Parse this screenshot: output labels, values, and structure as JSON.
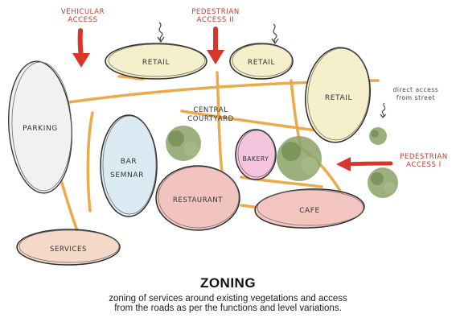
{
  "labels": {
    "vehicular_access": [
      "VEHICULAR",
      "ACCESS"
    ],
    "pedestrian_access_2": [
      "PEDESTRIAN",
      "ACCESS II"
    ],
    "pedestrian_access_1": [
      "PEDESTRIAN",
      "ACCESS I"
    ],
    "retail_left": "RETAIL",
    "retail_mid": "RETAIL",
    "retail_right": "RETAIL",
    "direct_access": [
      "direct access",
      "from street"
    ],
    "central_courtyard": [
      "CENTRAL",
      "COURTYARD"
    ],
    "parking": "PARKING",
    "bar_seminar": [
      "BAR",
      "SEMNAR"
    ],
    "bakery": "BAKERY",
    "restaurant": "RESTAURANT",
    "cafe": "CAFE",
    "services": "SERVICES"
  },
  "footer": {
    "title": "ZONING",
    "caption_line1": "zoning of services around existing vegetations and access",
    "caption_line2": "from the roads as per the functions and level variations."
  },
  "colors": {
    "retail": "#f6efcb",
    "parking": "#f1f1f1",
    "bar_seminar": "#dcebf3",
    "bakery": "#f3c4dc",
    "restaurant": "#f2c4bf",
    "cafe": "#f2c6bf",
    "services": "#f4d9c8",
    "path": "#e9a23a",
    "arrow": "#d9362b",
    "vegetation": "#8aa267"
  }
}
